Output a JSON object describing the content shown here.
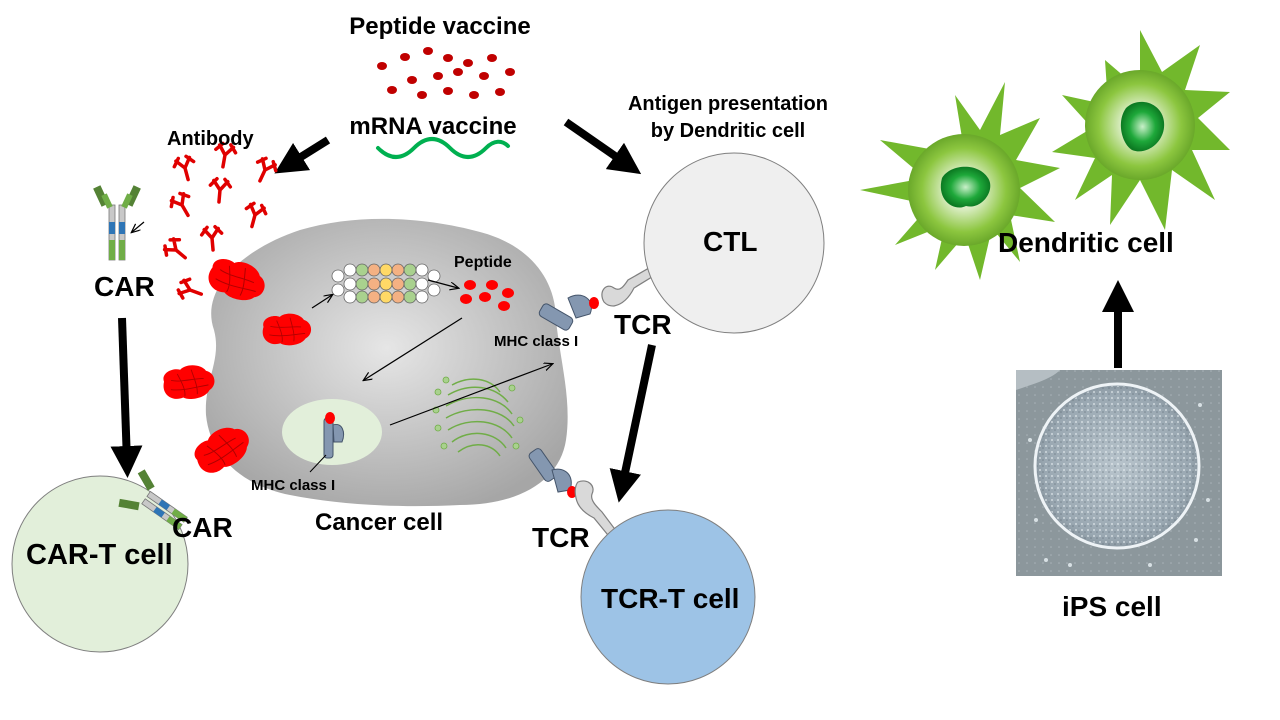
{
  "labels": {
    "peptide_vaccine": "Peptide vaccine",
    "mrna_vaccine": "mRNA vaccine",
    "antibody": "Antibody",
    "car_top": "CAR",
    "car_bottom": "CAR",
    "car_t_cell": "CAR-T cell",
    "peptide": "Peptide",
    "mhc_class_i_center": "MHC class I",
    "mhc_class_i_right": "MHC class I",
    "cancer_cell": "Cancer cell",
    "antigen_presentation_line1": "Antigen presentation",
    "antigen_presentation_line2": "by Dendritic cell",
    "ctl": "CTL",
    "tcr_top": "TCR",
    "tcr_bottom": "TCR",
    "tcr_t_cell": "TCR-T cell",
    "dendritic_cell": "Dendritic cell",
    "ips_cell": "iPS cell"
  },
  "colors": {
    "arrow": "#000000",
    "vaccine_dot": "#c00000",
    "mrna_strand": "#00b050",
    "antibody": "#e00000",
    "antigen_blob": "#ff0000",
    "cancer_cell": "#bfbfbf",
    "nucleus": "#e2efda",
    "ctl": "#efefef",
    "car_t_cell": "#e2efda",
    "tcr_t_cell": "#9dc3e6",
    "dendritic": "#72b82c",
    "mhc": "#8497b0",
    "receptor_green": "#548235",
    "receptor_blue": "#2e75b6"
  }
}
